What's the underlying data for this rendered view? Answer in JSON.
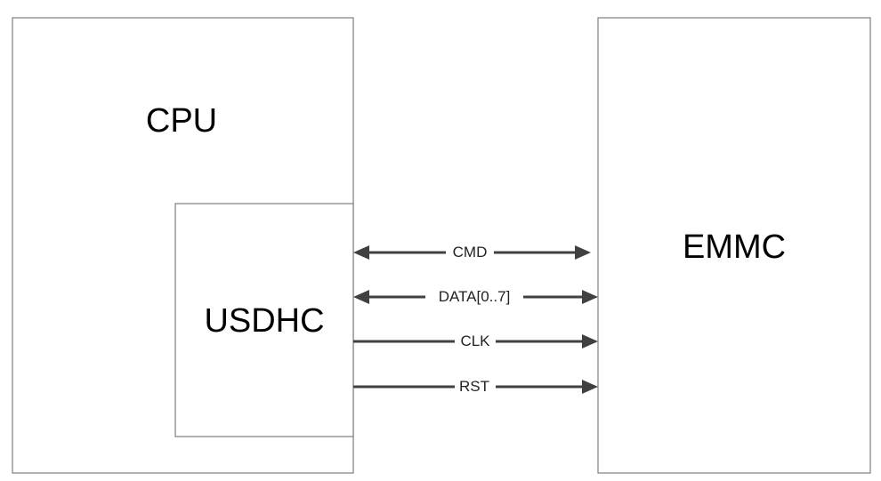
{
  "blocks": {
    "cpu": {
      "label": "CPU"
    },
    "usdhc": {
      "label": "USDHC"
    },
    "emmc": {
      "label": "EMMC"
    }
  },
  "signals": [
    {
      "label": "CMD",
      "direction": "bidirectional"
    },
    {
      "label": "DATA[0..7]",
      "direction": "bidirectional"
    },
    {
      "label": "CLK",
      "direction": "to-emmc"
    },
    {
      "label": "RST",
      "direction": "to-emmc"
    }
  ],
  "colors": {
    "box_stroke": "#7f7f7f",
    "arrow": "#404040"
  }
}
